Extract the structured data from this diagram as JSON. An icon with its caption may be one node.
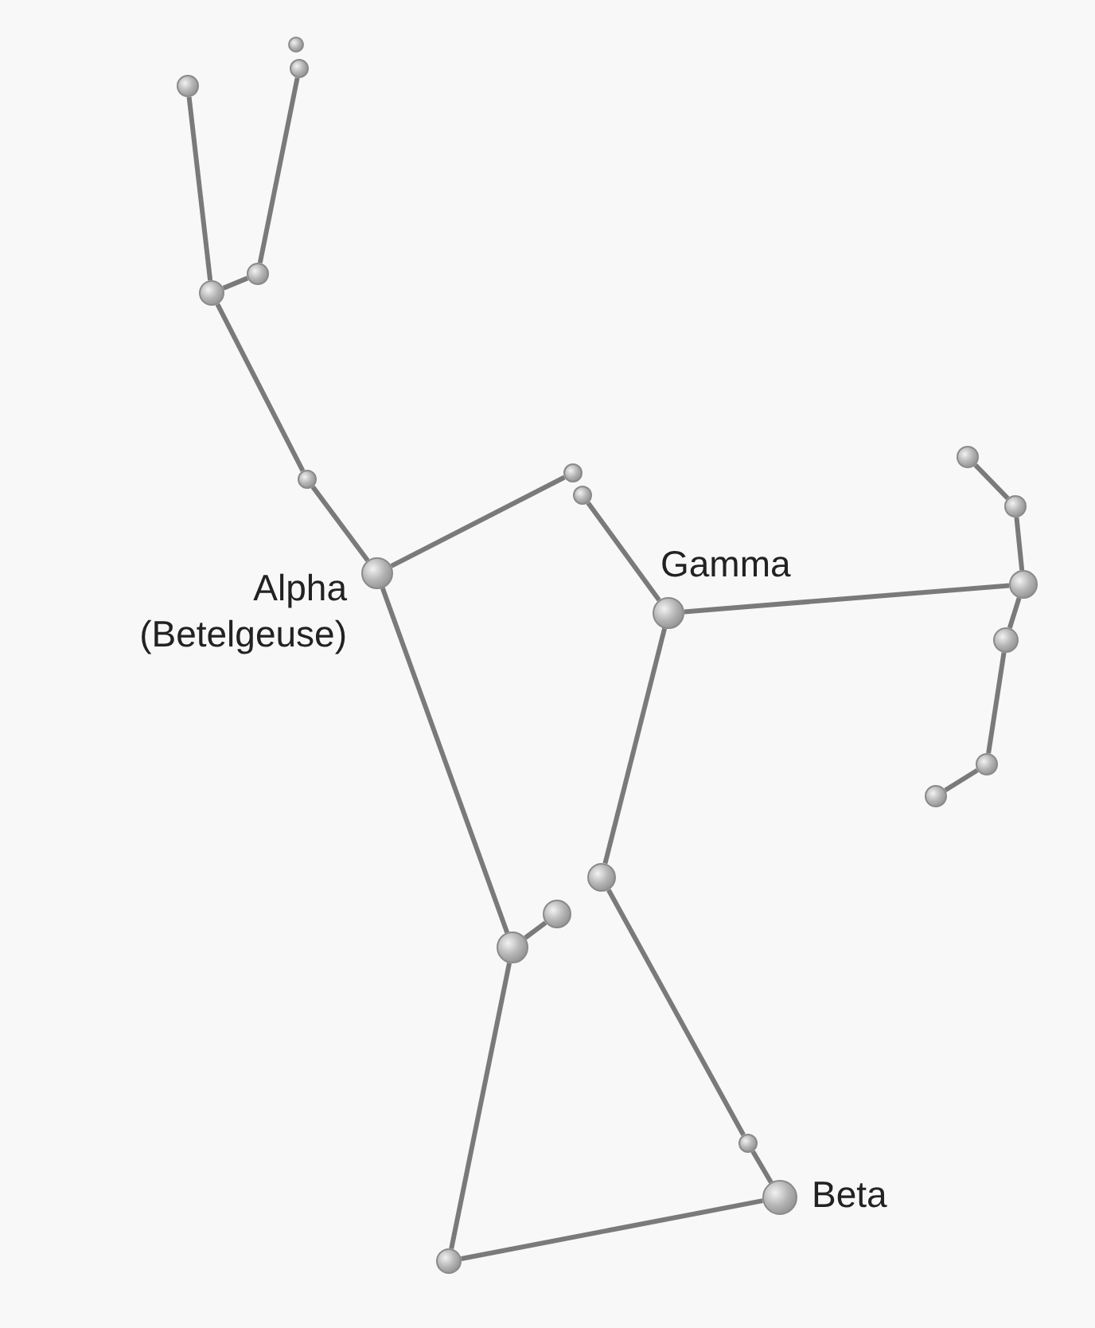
{
  "diagram": {
    "nodes": [
      {
        "text": [],
        "shape": "circle"
      },
      {
        "text": [],
        "shape": "circle"
      },
      {
        "text": [],
        "shape": "circle"
      },
      {
        "text": [],
        "shape": "circle"
      },
      {
        "text": [],
        "shape": "circle"
      },
      {
        "text": [],
        "shape": "circle"
      },
      {
        "text": [],
        "shape": "circle"
      },
      {
        "text": [],
        "shape": "circle"
      },
      {
        "text": [],
        "shape": "circle"
      },
      {
        "text": [],
        "shape": "circle"
      },
      {
        "text": [
          "Alpha (Betelgeuse)"
        ]
      },
      {
        "text": [
          "Gamma"
        ]
      },
      {
        "text": [],
        "shape": "circle"
      },
      {
        "text": [],
        "shape": "circle"
      },
      {
        "text": [],
        "shape": "circle"
      },
      {
        "text": [],
        "shape": "circle"
      },
      {
        "text": [],
        "shape": "circle"
      },
      {
        "text": [],
        "shape": "circle"
      },
      {
        "text": [],
        "shape": "circle"
      },
      {
        "text": [],
        "shape": "circle"
      },
      {
        "text": [
          "Beta"
        ]
      },
      {
        "text": [],
        "shape": "circle"
      }
    ],
    "edges": [
      {
        "from": 2,
        "to": 4,
        "arrow": "none"
      },
      {
        "from": 1,
        "to": 3,
        "arrow": "none"
      },
      {
        "from": 3,
        "to": 4,
        "arrow": "none"
      },
      {
        "from": 4,
        "to": 6,
        "arrow": "none"
      },
      {
        "from": 6,
        "to": 10,
        "arrow": "none"
      },
      {
        "from": 10,
        "to": 5,
        "arrow": "none"
      },
      {
        "from": 8,
        "to": 11,
        "arrow": "none"
      },
      {
        "from": 11,
        "to": 12,
        "arrow": "none"
      },
      {
        "from": 7,
        "to": 9,
        "arrow": "none"
      },
      {
        "from": 9,
        "to": 12,
        "arrow": "none"
      },
      {
        "from": 12,
        "to": 13,
        "arrow": "none"
      },
      {
        "from": 13,
        "to": 14,
        "arrow": "none"
      },
      {
        "from": 14,
        "to": 15,
        "arrow": "none"
      },
      {
        "from": 10,
        "to": 18,
        "arrow": "none"
      },
      {
        "from": 18,
        "to": 17,
        "arrow": "none"
      },
      {
        "from": 11,
        "to": 16,
        "arrow": "none"
      },
      {
        "from": 16,
        "to": 19,
        "arrow": "none"
      },
      {
        "from": 19,
        "to": 20,
        "arrow": "none"
      },
      {
        "from": 20,
        "to": 21,
        "arrow": "none"
      },
      {
        "from": 21,
        "to": 18,
        "arrow": "none"
      }
    ]
  }
}
